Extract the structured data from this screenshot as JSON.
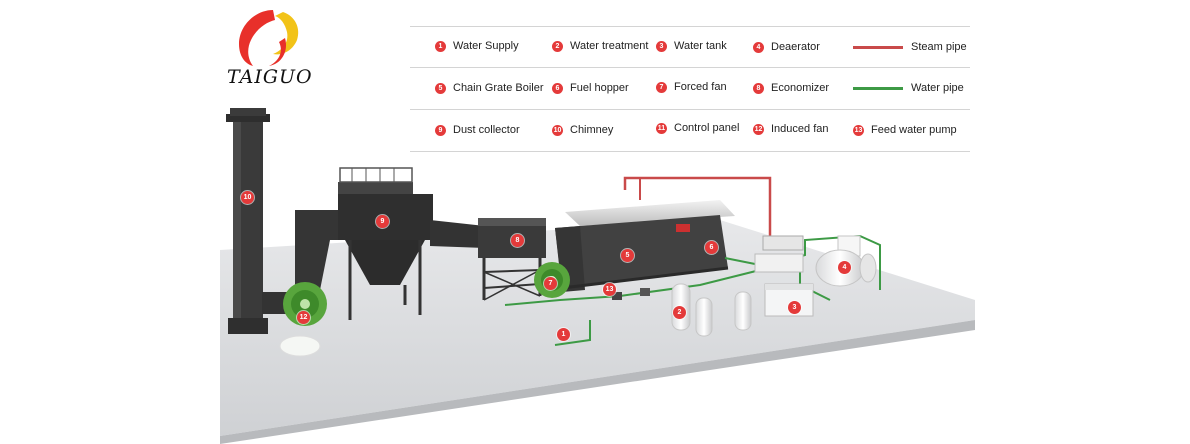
{
  "brand": {
    "name": "TAIGUO"
  },
  "legend": {
    "items": [
      {
        "num": "1",
        "label": "Water Supply"
      },
      {
        "num": "2",
        "label": "Water treatment"
      },
      {
        "num": "3",
        "label": "Water tank"
      },
      {
        "num": "4",
        "label": "Deaerator"
      },
      {
        "num": "5",
        "label": "Chain Grate Boiler"
      },
      {
        "num": "6",
        "label": "Fuel hopper"
      },
      {
        "num": "7",
        "label": "Forced fan"
      },
      {
        "num": "8",
        "label": "Economizer"
      },
      {
        "num": "9",
        "label": "Dust collector"
      },
      {
        "num": "10",
        "label": "Chimney"
      },
      {
        "num": "11",
        "label": "Control panel"
      },
      {
        "num": "12",
        "label": "Induced fan"
      },
      {
        "num": "13",
        "label": "Feed water pump"
      }
    ],
    "pipes": [
      {
        "label": "Steam pipe",
        "color": "#c94a4a"
      },
      {
        "label": "Water pipe",
        "color": "#3d9a45"
      }
    ]
  },
  "scene_labels": [
    "10",
    "9",
    "8",
    "5",
    "6",
    "4",
    "7",
    "13",
    "12",
    "2",
    "3",
    "1"
  ],
  "colors": {
    "badge": "#e43a3a",
    "steam": "#c94a4a",
    "water": "#3d9a45",
    "equipment": "#3a3a3a"
  }
}
